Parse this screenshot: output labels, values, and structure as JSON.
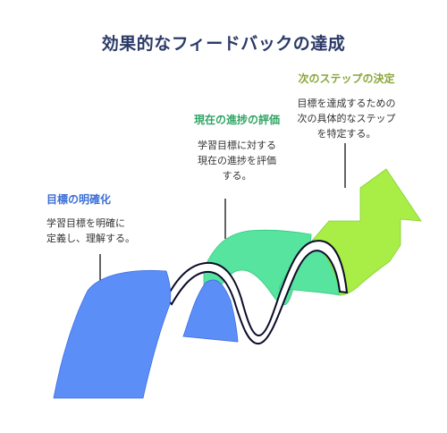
{
  "title": "効果的なフィードバックの達成",
  "steps": [
    {
      "heading": "目標の明確化",
      "lines": [
        "学習目標を明確に",
        "定義し、理解する。"
      ],
      "color": "#5b8ef7"
    },
    {
      "heading": "現在の進捗の評価",
      "lines": [
        "学習目標に対する",
        "現在の進捗を評価",
        "する。"
      ],
      "color": "#4ee39b"
    },
    {
      "heading": "次のステップの決定",
      "lines": [
        "目標を達成するための",
        "次の具体的なステップ",
        "を特定する。"
      ],
      "color": "#a9ef45"
    }
  ]
}
